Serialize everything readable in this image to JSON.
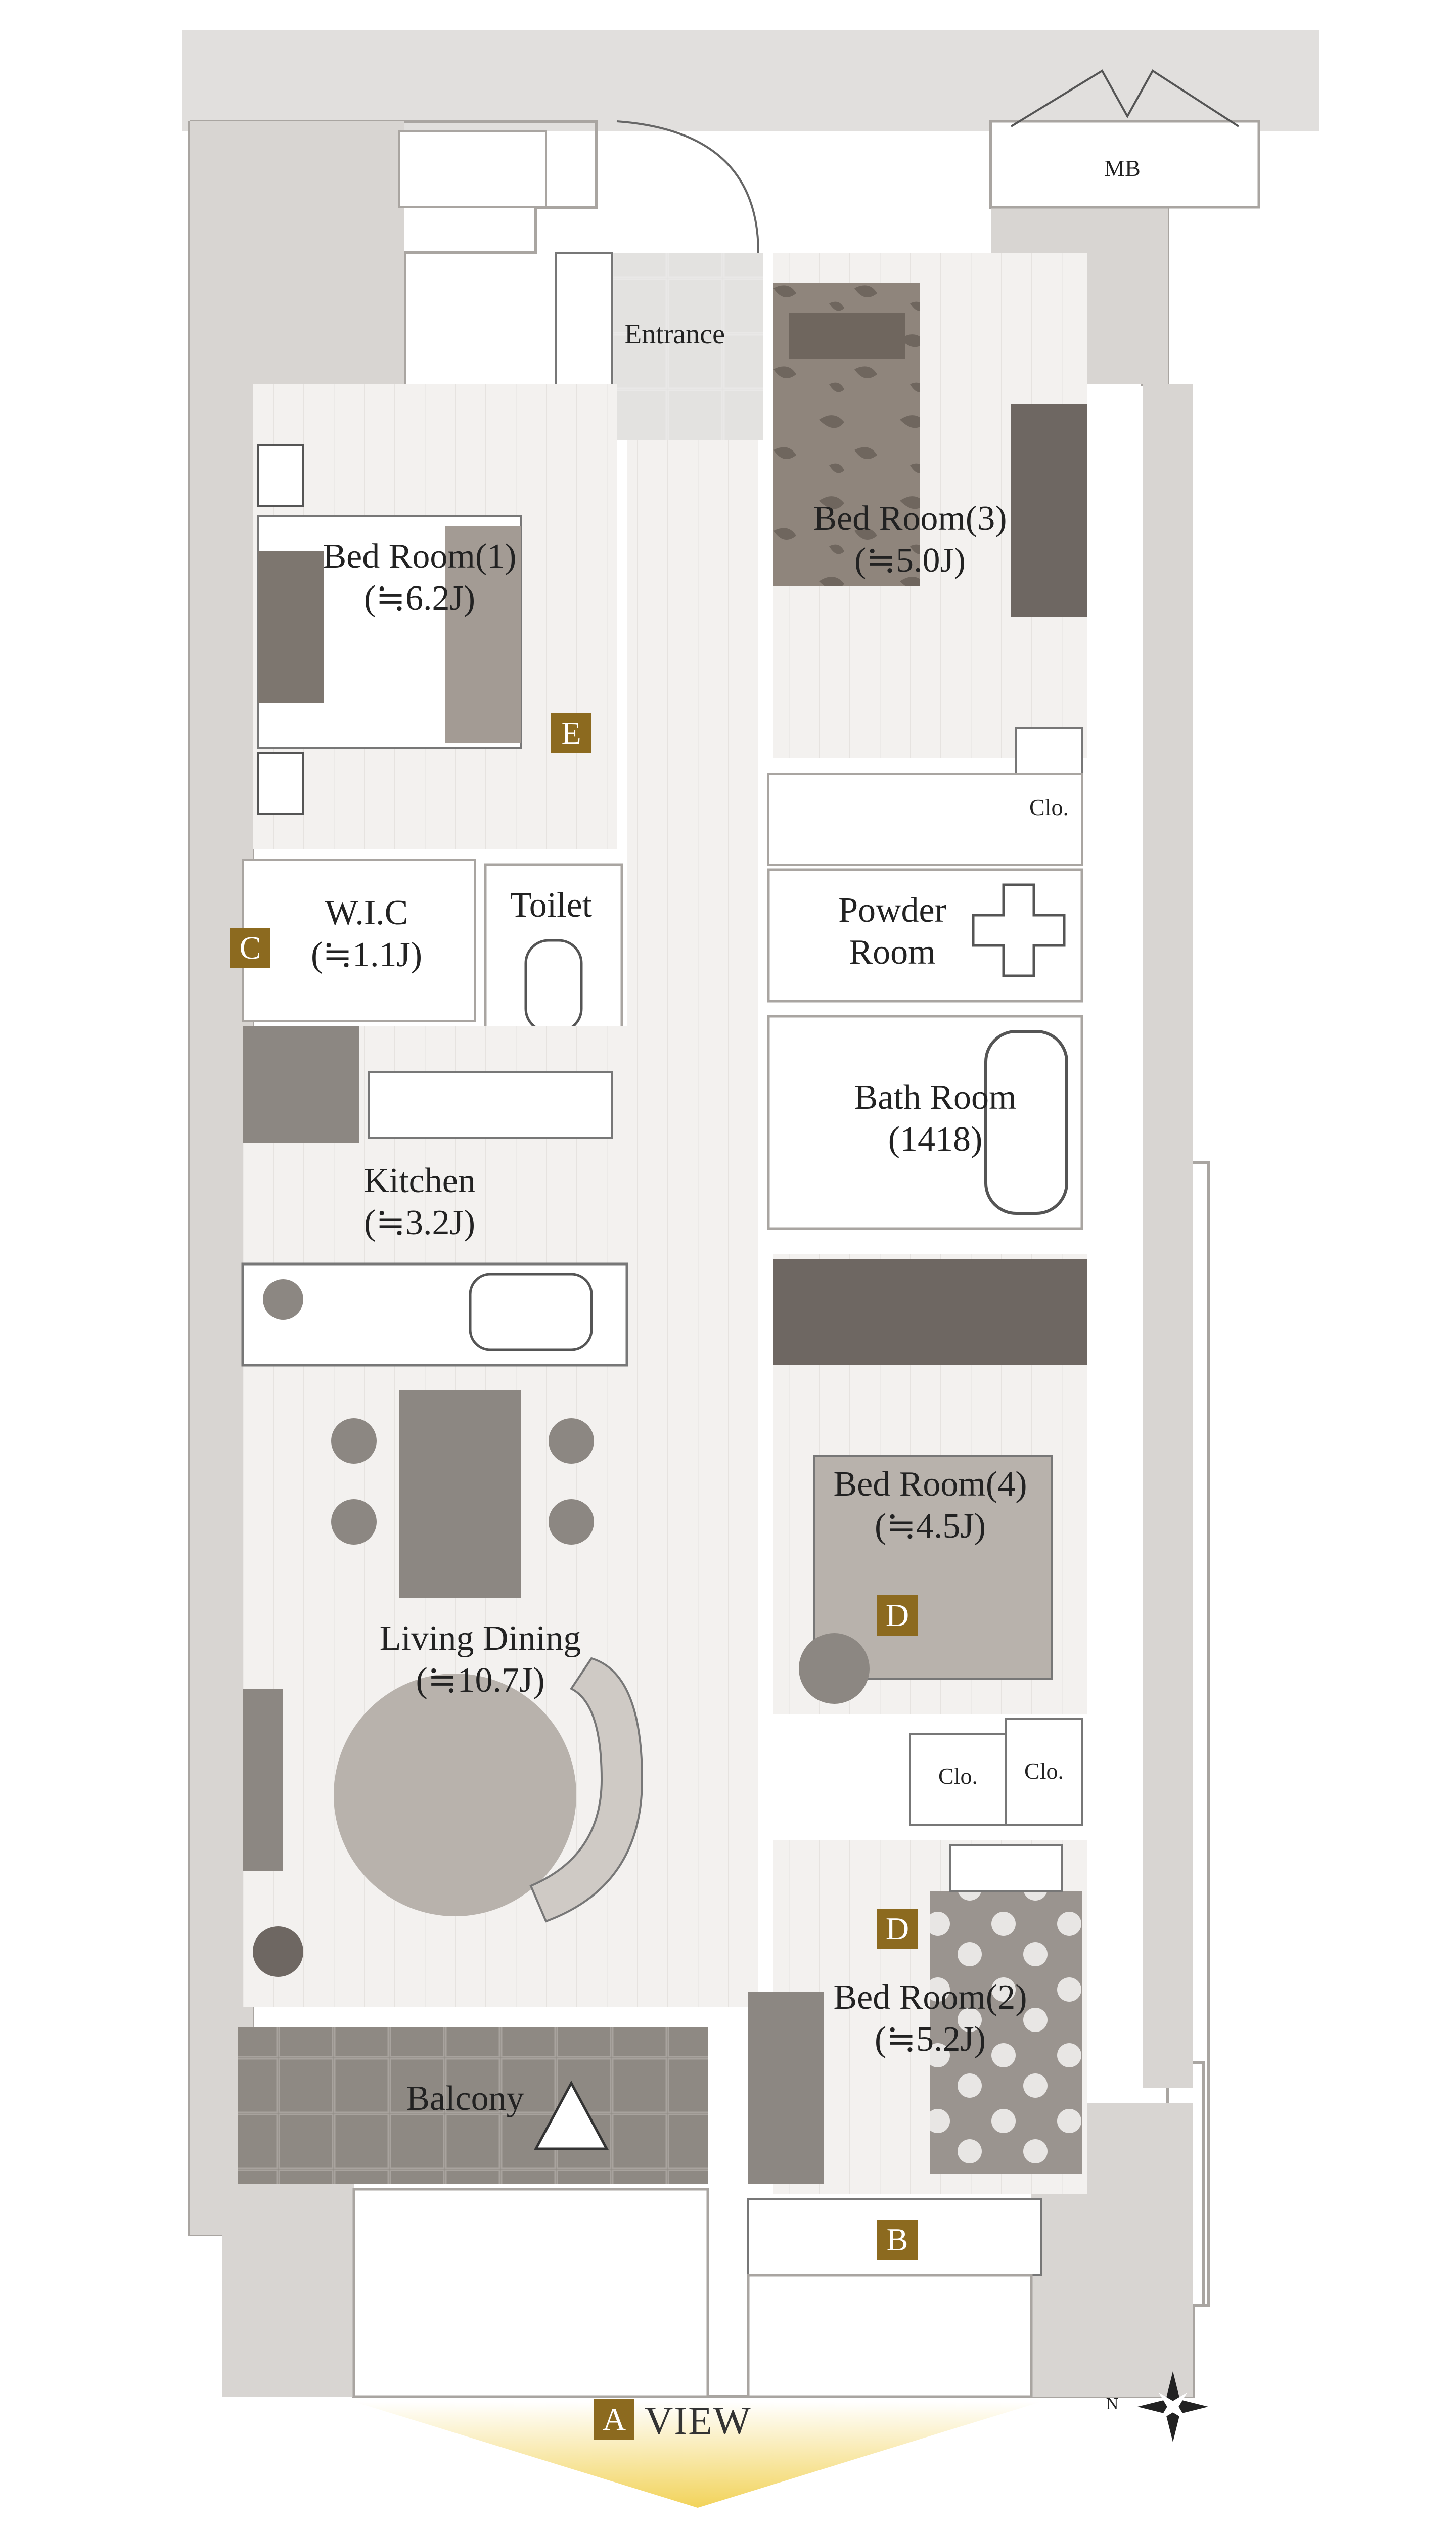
{
  "rooms": {
    "entrance": "Entrance",
    "mb": "MB",
    "bed1": {
      "name": "Bed Room(1)",
      "size": "(≒6.2J)"
    },
    "bed3": {
      "name": "Bed Room(3)",
      "size": "(≒5.0J)"
    },
    "clo_top": "Clo.",
    "wic": {
      "name": "W.I.C",
      "size": "(≒1.1J)"
    },
    "toilet": "Toilet",
    "powder": {
      "line1": "Powder",
      "line2": "Room"
    },
    "bath": {
      "name": "Bath Room",
      "size": "(1418)"
    },
    "kitchen": {
      "name": "Kitchen",
      "size": "(≒3.2J)"
    },
    "bed4": {
      "name": "Bed Room(4)",
      "size": "(≒4.5J)"
    },
    "living": {
      "name": "Living Dining",
      "size": "(≒10.7J)"
    },
    "clo_mid_left": "Clo.",
    "clo_mid_right": "Clo.",
    "bed2": {
      "name": "Bed Room(2)",
      "size": "(≒5.2J)"
    },
    "balcony": "Balcony"
  },
  "badges": {
    "e": "E",
    "c": "C",
    "d1": "D",
    "d2": "D",
    "b": "B",
    "a": "A"
  },
  "view": {
    "label": "VIEW"
  },
  "compass": {
    "north": "N"
  },
  "colors": {
    "wall": "#d8d5d2",
    "wall_edge": "#a9a5a1",
    "floor": "#f4f2f0",
    "bed_dark": "#8f857c",
    "badge": "#8c6a1f",
    "view_arrow": "#f2d35a"
  },
  "icons": [
    "compass-rose-icon",
    "view-arrow-icon",
    "bed-icon",
    "toilet-icon",
    "bathtub-icon",
    "sink-icon",
    "stove-icon",
    "refrigerator-icon",
    "dining-table-icon",
    "sofa-icon",
    "plant-icon",
    "desk-icon",
    "chair-icon",
    "rug-icon",
    "door-swing-icon",
    "shoe-cabinet-icon",
    "washing-machine-icon",
    "tv-icon"
  ]
}
